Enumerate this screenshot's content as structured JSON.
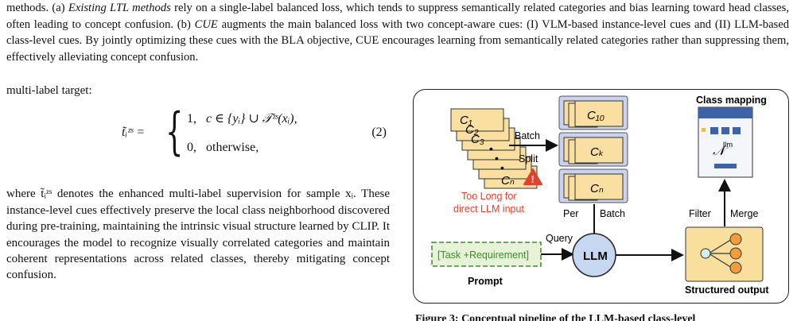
{
  "caption_top": {
    "line1_a": "methods. (a) ",
    "line1_em": "Existing LTL methods",
    "line1_b": " rely on a single-label balanced loss, which tends to suppress semantically related categories and bias learning toward head classes, often leading to concept confusion. (b) ",
    "line1_em2": "CUE",
    "line1_c": " augments the main balanced loss with two concept-aware cues: (I) VLM-based instance-level cues and (II) LLM-based class-level cues. By jointly optimizing these cues with the BLA objective, CUE encourages learning from semantically related categories rather than suppressing them, effectively alleviating concept confusion."
  },
  "left_column": {
    "intro": "multi-label target:",
    "equation": {
      "lhs": "t̃ᵢᶻˢ =",
      "case1_val": "1,",
      "case1_cond": "c ∈ {yᵢ} ∪ 𝒯ᶻˢ(xᵢ),",
      "case2_val": "0,",
      "case2_cond": "otherwise,",
      "number": "(2)"
    },
    "paragraph": "where t̃ᵢᶻˢ denotes the enhanced multi-label supervision for sample xᵢ. These instance-level cues effectively preserve the local class neighborhood discovered during pre-training, maintaining the intrinsic visual structure learned by CLIP. It encourages the model to recognize visually correlated categories and maintain coherent representations across related classes, thereby mitigating concept confusion."
  },
  "figure": {
    "stack_labels": [
      "C₁",
      "C₂",
      "C₃",
      "•",
      "•",
      "•",
      "Cₙ"
    ],
    "warning_text_1": "Too Long for",
    "warning_text_2": "direct LLM input",
    "batch_label": "Batch",
    "split_label": "Split",
    "batch_groups": [
      "C₁₀",
      "Cₖ",
      "Cₙ"
    ],
    "per_label": "Per",
    "per_batch_label": "Batch",
    "class_mapping_title": "Class mapping",
    "mapping_symbol": "𝒩",
    "mapping_sup": "llm",
    "filter_label": "Filter",
    "merge_label": "Merge",
    "prompt_text": "[Task +Requirement]",
    "prompt_label": "Prompt",
    "query_label": "Query",
    "llm_label": "LLM",
    "structured_label": "Structured output",
    "colors": {
      "paper_fill": "#f9dfa0",
      "batch_bg": "#c9d3ef",
      "blue_box": "#3d62a8",
      "prompt_fill": "#e6f3d6",
      "prompt_border": "#3f8a2c",
      "prompt_text": "#3f8a2c",
      "llm_fill": "#c6d7f2",
      "struct_fill": "#f9df9c",
      "node_orange": "#f39c3a",
      "node_cyan": "#cdeff0",
      "warning_red": "#e2412f"
    }
  },
  "figure_caption_partial": "Figure 3: Conceptual pipeline of the LLM-based class-level"
}
